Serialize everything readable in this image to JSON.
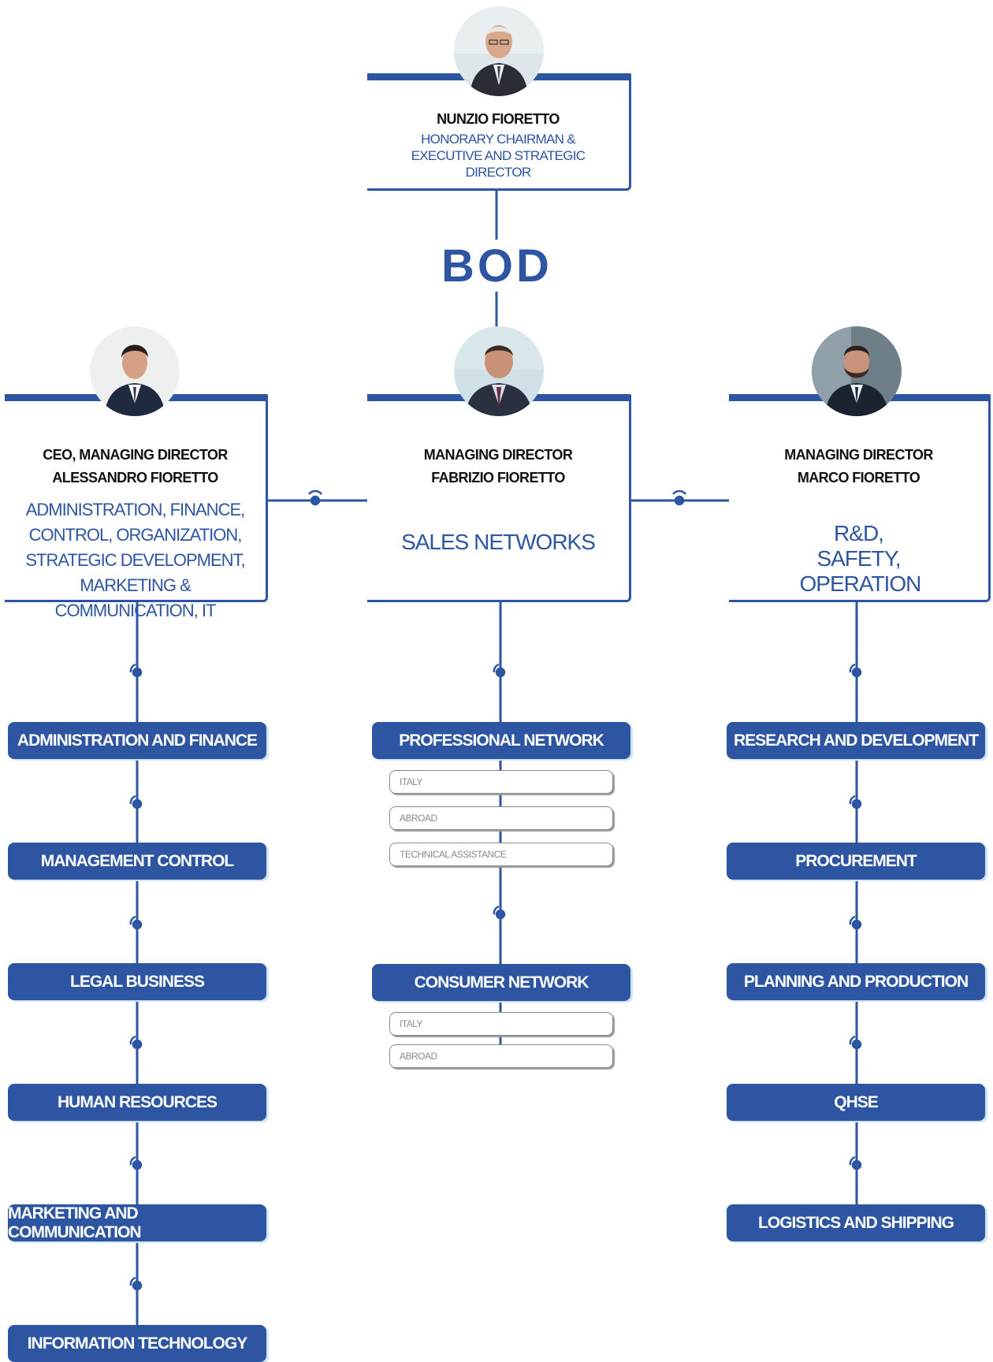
{
  "colors": {
    "brand_blue": "#2d55a2",
    "shadow_light_blue": "#cfe4f5",
    "sub_gray": "#8a8a8a"
  },
  "chairman": {
    "name": "Nunzio Fioretto",
    "role": "Honorary Chairman & Executive and Strategic Director"
  },
  "bod": "BOD",
  "directors": [
    {
      "title": "CEO, Managing Director",
      "name": "Alessandro Fioretto",
      "area": "Administration, Finance, Control, Organization, Strategic Development, Marketing & Communication, IT",
      "departments": [
        "Administration and Finance",
        "Management Control",
        "Legal Business",
        "Human Resources",
        "Marketing and Communication",
        "Information Technology"
      ]
    },
    {
      "title": "Managing Director",
      "name": "Fabrizio Fioretto",
      "area": "Sales Networks",
      "networks": [
        {
          "label": "Professional Network",
          "items": [
            "Italy",
            "Abroad",
            "Technical Assistance"
          ]
        },
        {
          "label": "Consumer Network",
          "items": [
            "Italy",
            "Abroad"
          ]
        }
      ]
    },
    {
      "title": "Managing Director",
      "name": "Marco Fioretto",
      "area": "R&D, Safety, Operation",
      "departments": [
        "Research and Development",
        "Procurement",
        "Planning and Production",
        "QHSE",
        "Logistics and Shipping"
      ]
    }
  ]
}
